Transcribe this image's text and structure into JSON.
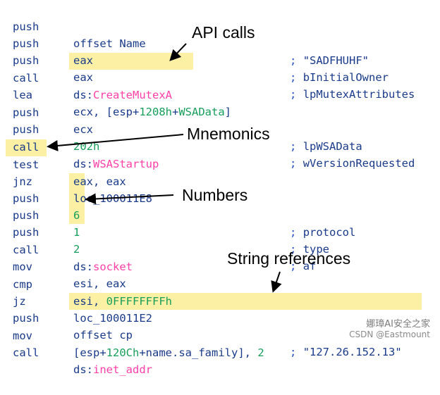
{
  "rows": [
    {
      "mnemonic": "push",
      "operand": "offset Name",
      "comment": "\"SADFHUHF\""
    },
    {
      "mnemonic": "push",
      "operand": "eax",
      "comment": "bInitialOwner"
    },
    {
      "mnemonic": "push",
      "operand": "eax",
      "comment": "lpMutexAttributes"
    },
    {
      "mnemonic": "call",
      "operand_prefix": "ds:",
      "operand_api": "CreateMutexA"
    },
    {
      "mnemonic": "lea",
      "operand_a": "ecx, [esp+",
      "operand_num": "1208h",
      "operand_b": "+",
      "operand_api": "WSAData",
      "operand_c": "]"
    },
    {
      "mnemonic": "push",
      "operand": "ecx",
      "comment": "lpWSAData"
    },
    {
      "mnemonic": "push",
      "operand_num": "202h",
      "comment": "wVersionRequested"
    },
    {
      "mnemonic": "call",
      "operand_prefix": "ds:",
      "operand_api": "WSAStartup"
    },
    {
      "mnemonic": "test",
      "operand": "eax, eax"
    },
    {
      "mnemonic": "jnz",
      "operand": "loc_100011E8"
    },
    {
      "mnemonic": "push",
      "operand_num": "6",
      "comment": "protocol"
    },
    {
      "mnemonic": "push",
      "operand_num": "1",
      "comment": "type"
    },
    {
      "mnemonic": "push",
      "operand_num": "2",
      "comment": "af"
    },
    {
      "mnemonic": "call",
      "operand_prefix": "ds:",
      "operand_api": "socket"
    },
    {
      "mnemonic": "mov",
      "operand": "esi, eax"
    },
    {
      "mnemonic": "cmp",
      "operand_a": "esi, ",
      "operand_num": "0FFFFFFFFh"
    },
    {
      "mnemonic": "jz",
      "operand": "loc_100011E2"
    },
    {
      "mnemonic": "push",
      "operand": "offset cp",
      "comment": "\"127.26.152.13\""
    },
    {
      "mnemonic": "mov",
      "operand_a": "[esp+",
      "operand_num": "120Ch",
      "operand_b": "+name.sa_family], ",
      "operand_num2": "2"
    },
    {
      "mnemonic": "call",
      "operand_prefix": "ds:",
      "operand_api": "inet_addr"
    }
  ],
  "semicolon": ";",
  "annotations": {
    "api_calls": "API calls",
    "mnemonics": "Mnemonics",
    "numbers": "Numbers",
    "string_references": "String references"
  },
  "watermark": {
    "line1": "娜璋AI安全之家",
    "line2": "CSDN @Eastmount"
  },
  "colors": {
    "mnemonic": "#1a3a8a",
    "number": "#179e5a",
    "api": "#ff3fa8",
    "highlight": "#fcf0a4"
  }
}
